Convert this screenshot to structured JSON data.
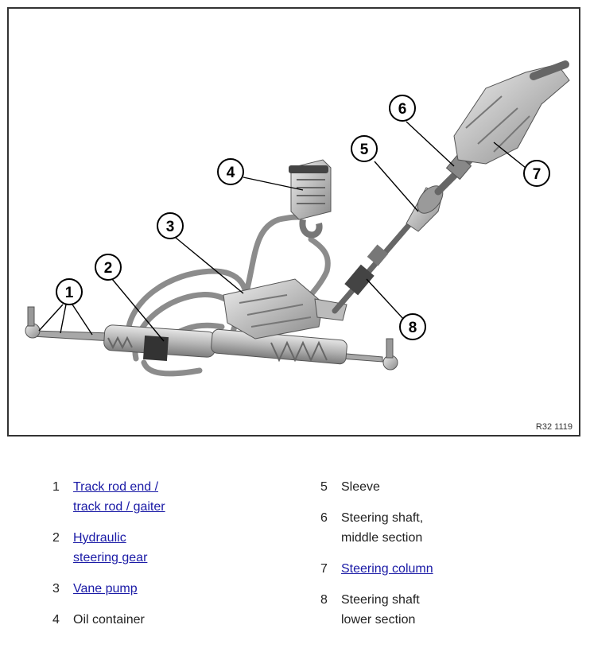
{
  "figure": {
    "reference_id": "R32 1119",
    "callouts": [
      "1",
      "2",
      "3",
      "4",
      "5",
      "6",
      "7",
      "8"
    ]
  },
  "legend": {
    "left": [
      {
        "num": "1",
        "lines": [
          "Track rod end /",
          "track rod / gaiter"
        ],
        "link": true
      },
      {
        "num": "2",
        "lines": [
          "Hydraulic",
          "steering gear"
        ],
        "link": true
      },
      {
        "num": "3",
        "lines": [
          "Vane pump"
        ],
        "link": true
      },
      {
        "num": "4",
        "lines": [
          "Oil container"
        ],
        "link": false
      }
    ],
    "right": [
      {
        "num": "5",
        "lines": [
          "Sleeve"
        ],
        "link": false
      },
      {
        "num": "6",
        "lines": [
          "Steering shaft,",
          "middle section"
        ],
        "link": false
      },
      {
        "num": "7",
        "lines": [
          "Steering column"
        ],
        "link": true
      },
      {
        "num": "8",
        "lines": [
          "Steering shaft",
          "lower section"
        ],
        "link": false
      }
    ]
  },
  "colors": {
    "link": "#1a1aa6",
    "part_fill": "#c9c9c9",
    "part_stroke": "#555555"
  }
}
